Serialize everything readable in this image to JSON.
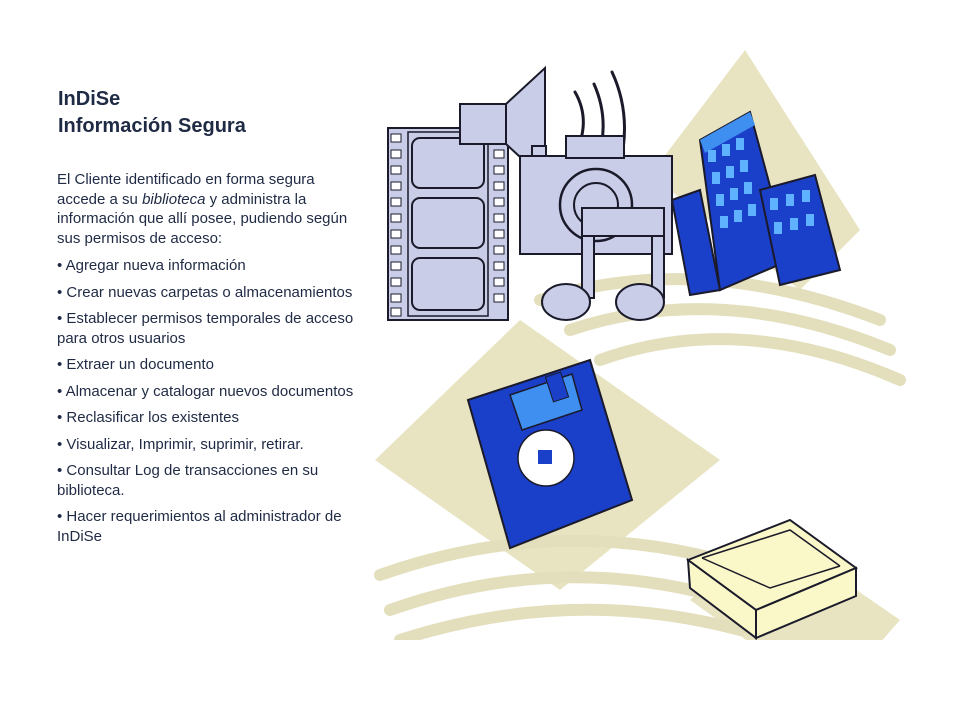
{
  "title": {
    "line1": "InDiSe",
    "line2": "Información Segura"
  },
  "intro": {
    "before": "El Cliente identificado en forma segura accede a su ",
    "emphasis": "biblioteca",
    "after": " y administra la información que allí posee, pudiendo según sus permisos de acceso:"
  },
  "bullets": [
    "Agregar nueva información",
    "Crear nuevas carpetas o almacenamientos",
    "Establecer permisos temporales de acceso  para otros usuarios",
    "Extraer un documento",
    "Almacenar y catalogar nuevos documentos",
    "Reclasificar los existentes",
    "Visualizar, Imprimir, suprimir, retirar.",
    "Consultar Log de transacciones en su biblioteca.",
    "Hacer requerimientos al administrador de InDiSe"
  ],
  "colors": {
    "text": "#1f2a44",
    "diamond": "#e8e4c2",
    "lavender": "#c9cde8",
    "blue": "#1a3fc8",
    "light_blue": "#3f8ff0",
    "outline": "#1a1a2a",
    "cream": "#faf7c8"
  },
  "icons": [
    "film-strip-icon",
    "speaker-icon",
    "camera-icon",
    "music-note-icon",
    "building-icon",
    "floppy-disk-icon",
    "open-box-icon"
  ]
}
